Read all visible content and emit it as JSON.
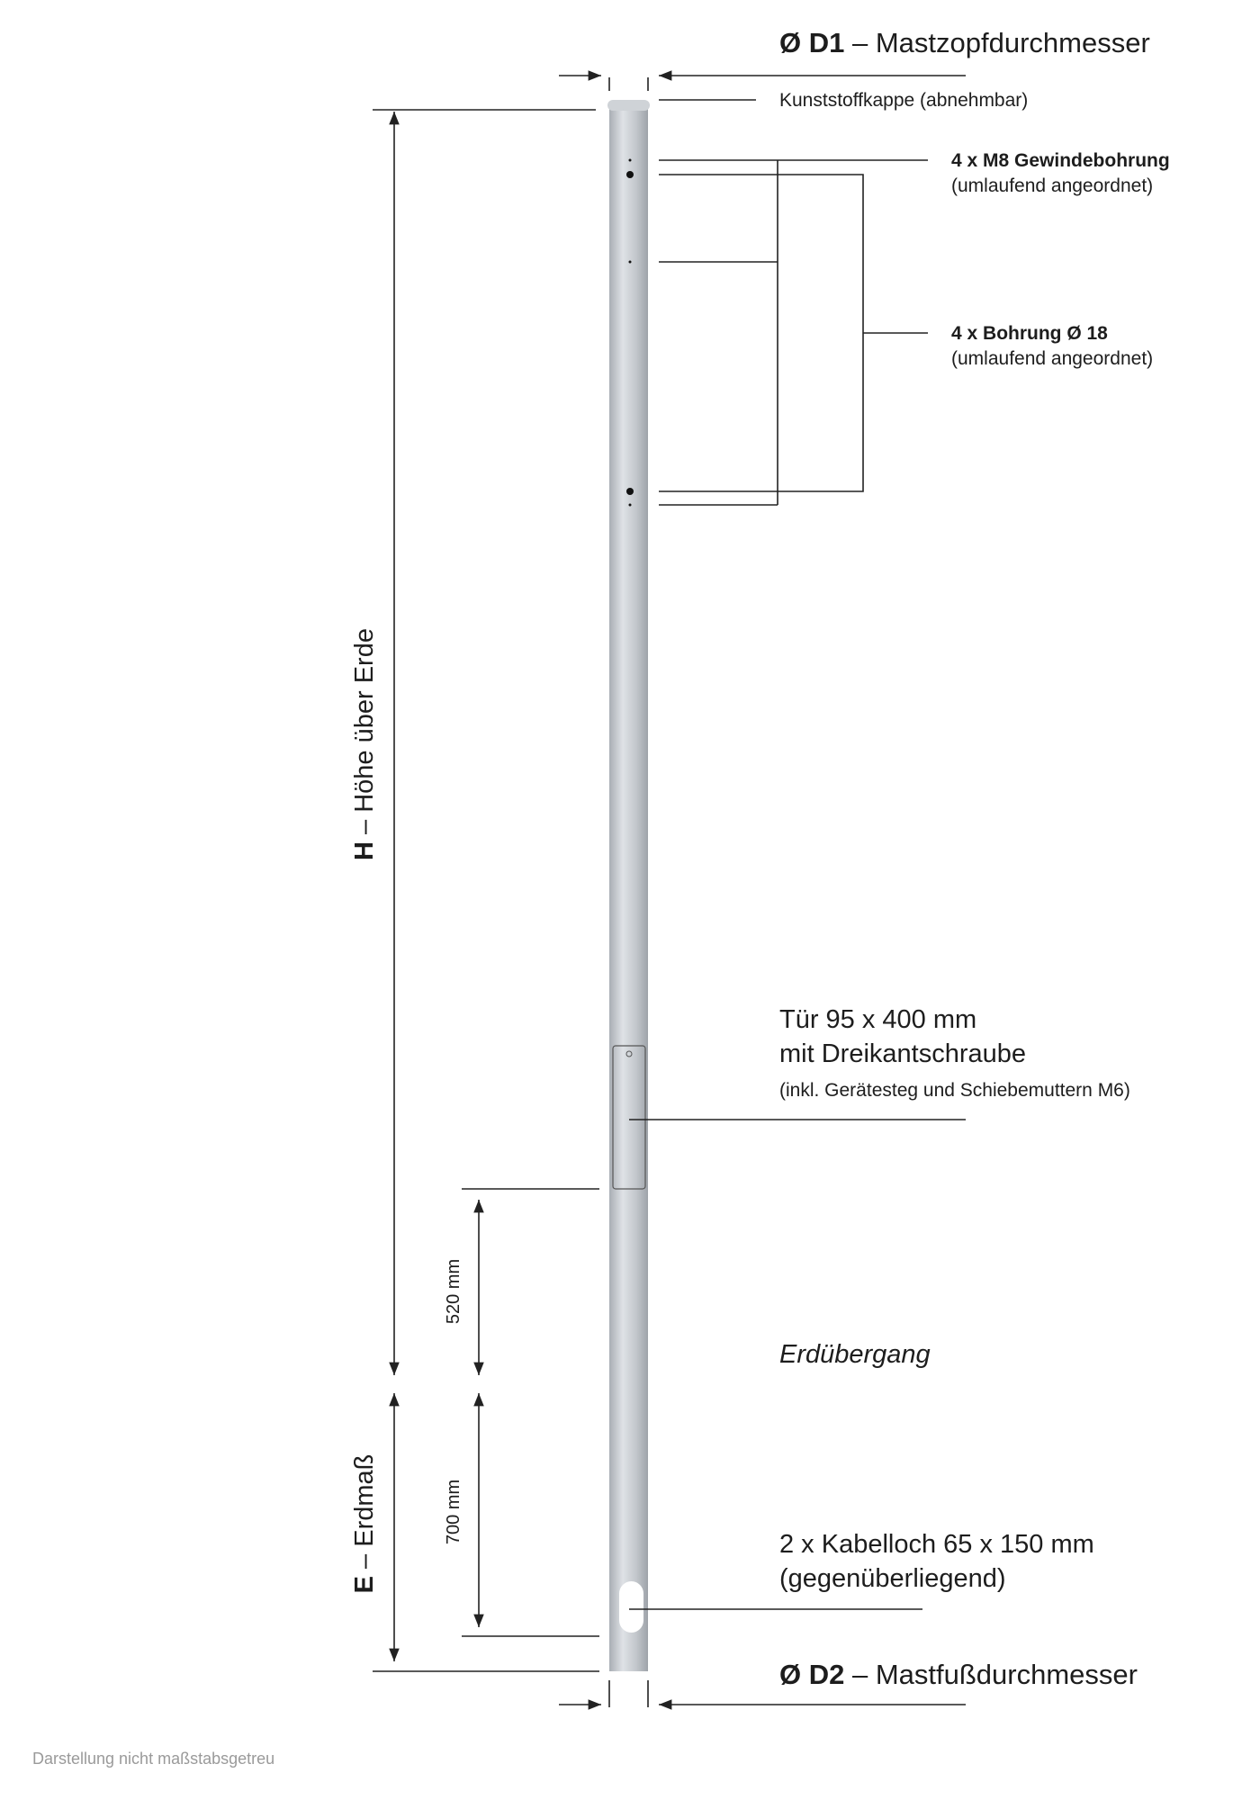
{
  "top_diameter": {
    "symbol": "Ø D1",
    "label": " – Mastzopfdurchmesser"
  },
  "cap": {
    "label": "Kunststoffkappe (abnehmbar)"
  },
  "m8_holes": {
    "title": "4 x M8 Gewindebohrung",
    "note": "(umlaufend angeordnet)"
  },
  "bore_holes": {
    "title": "4 x Bohrung Ø 18",
    "note": "(umlaufend angeordnet)"
  },
  "height": {
    "symbol": "H",
    "label": " – Höhe über Erde"
  },
  "door": {
    "line1": "Tür 95 x 400 mm",
    "line2": "mit Dreikantschraube",
    "note": "(inkl. Gerätesteg und Schiebemuttern M6)"
  },
  "door_offset": {
    "label": "520 mm"
  },
  "ground": {
    "label": "Erdübergang"
  },
  "embedment": {
    "symbol": "E",
    "label": " – Erdmaß"
  },
  "cable_offset": {
    "label": "700 mm"
  },
  "cable_hole": {
    "line1": "2 x Kabelloch 65 x 150 mm",
    "line2": "(gegenüberliegend)"
  },
  "bottom_diameter": {
    "symbol": "Ø D2",
    "label": " – Mastfußdurchmesser"
  },
  "footer": {
    "note": "Darstellung nicht maßstabsgetreu"
  },
  "colors": {
    "pole": "#c4c8cd",
    "line": "#222222",
    "footer": "#9a9a9a"
  }
}
